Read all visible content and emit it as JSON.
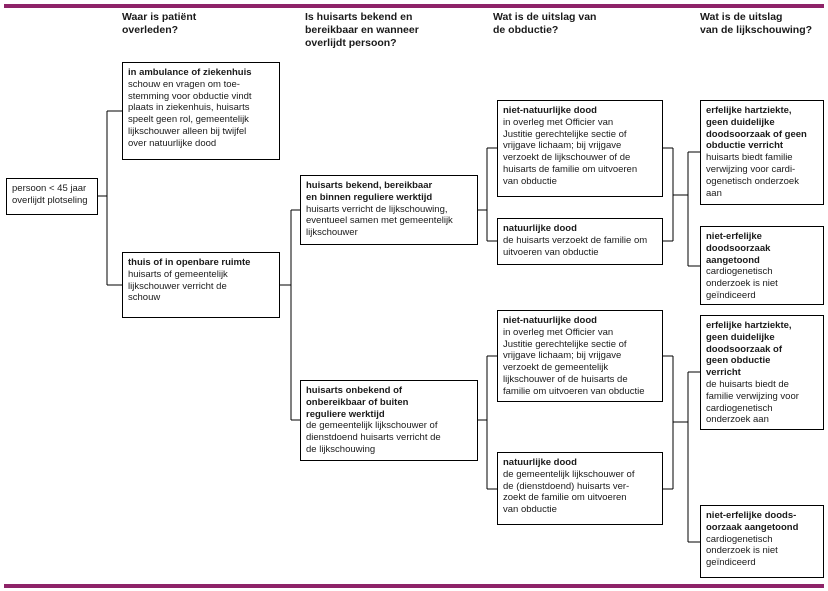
{
  "bars": {
    "color": "#8E2368"
  },
  "headers": {
    "col1": "Waar is patiënt\noverleden?",
    "col2": "Is huisarts bekend en\nbereikbaar en wanneer\noverlijdt persoon?",
    "col3": "Wat is de uitslag van\nde obductie?",
    "col4": "Wat is de uitslag\nvan de lijkschouwing?"
  },
  "root": {
    "text": "persoon < 45 jaar\noverlijdt plotseling"
  },
  "nodes": {
    "ambulance": {
      "title": "in ambulance of ziekenhuis",
      "body": "schouw en vragen om toe-\nstemming voor obductie vindt\nplaats in ziekenhuis, huisarts\nspeelt geen rol, gemeentelijk\nlijkschouwer alleen bij twijfel\nover natuurlijke dood"
    },
    "thuis": {
      "title": "thuis of in openbare ruimte",
      "body": "huisarts of gemeentelijk\nlijkschouwer verricht de\nschouw"
    },
    "bekend": {
      "title": "huisarts bekend, bereikbaar\nen binnen reguliere werktijd",
      "body": "huisarts verricht de lijkschouwing,\neventueel samen met gemeentelijk\nlijkschouwer"
    },
    "onbekend": {
      "title": "huisarts onbekend of\nonbereikbaar of buiten\nreguliere werktijd",
      "body": "de gemeentelijk lijkschouwer of\ndienstdoend huisarts verricht de\nde lijkschouwing"
    },
    "nietnatuurlijk1": {
      "title": "niet-natuurlijke dood",
      "body": "in overleg met Officier van\nJustitie gerechtelijke sectie of\nvrijgave lichaam; bij vrijgave\nverzoekt de lijkschouwer of de\nhuisarts de familie om uitvoeren\nvan obductie"
    },
    "natuurlijk1": {
      "title": "natuurlijke dood",
      "body": "de huisarts verzoekt de familie om\nuitvoeren van obductie"
    },
    "nietnatuurlijk2": {
      "title": "niet-natuurlijke dood",
      "body": "in overleg met Officier van\nJustitie gerechtelijke sectie of\nvrijgave lichaam; bij vrijgave\nverzoekt de gemeentelijk\nlijkschouwer of de huisarts de\nfamilie om uitvoeren van obductie"
    },
    "natuurlijk2": {
      "title": "natuurlijke dood",
      "body": "de gemeentelijk lijkschouwer of\nde (dienstdoend) huisarts ver-\nzoekt de familie om uitvoeren\nvan obductie"
    },
    "erfelijk1": {
      "title": "erfelijke hartziekte,\ngeen duidelijke\ndoodsoorzaak of geen\nobductie verricht",
      "body": "huisarts biedt familie\nverwijzing voor cardi-\nogenetisch onderzoek\naan"
    },
    "nieterfelijk1": {
      "title": "niet-erfelijke\ndoodsoorzaak\naangetoond",
      "body": "cardiogenetisch\nonderzoek is niet\ngeïndiceerd"
    },
    "erfelijk2": {
      "title": "erfelijke hartziekte,\ngeen duidelijke\ndoodsoorzaak of\ngeen obductie\nverricht",
      "body": "de huisarts biedt de\nfamilie verwijzing voor\ncardiogenetisch\nonderzoek aan"
    },
    "nieterfelijk2": {
      "title": "niet-erfelijke doods-\noorzaak aangetoond",
      "body": "cardiogenetisch\nonderzoek is niet\ngeïndiceerd"
    }
  }
}
